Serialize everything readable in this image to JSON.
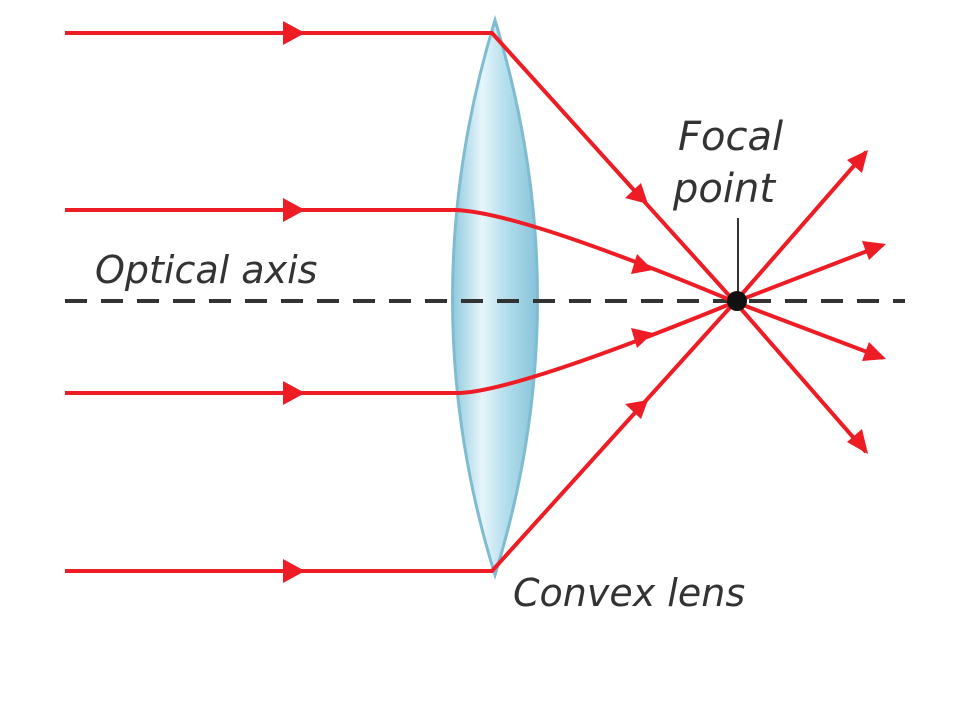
{
  "diagram": {
    "labels": {
      "optical_axis": "Optical axis",
      "focal_line1": "Focal",
      "focal_line2": "point",
      "lens": "Convex lens"
    },
    "colors": {
      "ray": "#ee1c24",
      "axis": "#333333",
      "lens_fill": "#a9d8e8",
      "lens_stroke": "#7fbcd2",
      "focal_dot": "#111111",
      "text": "#333333"
    }
  }
}
